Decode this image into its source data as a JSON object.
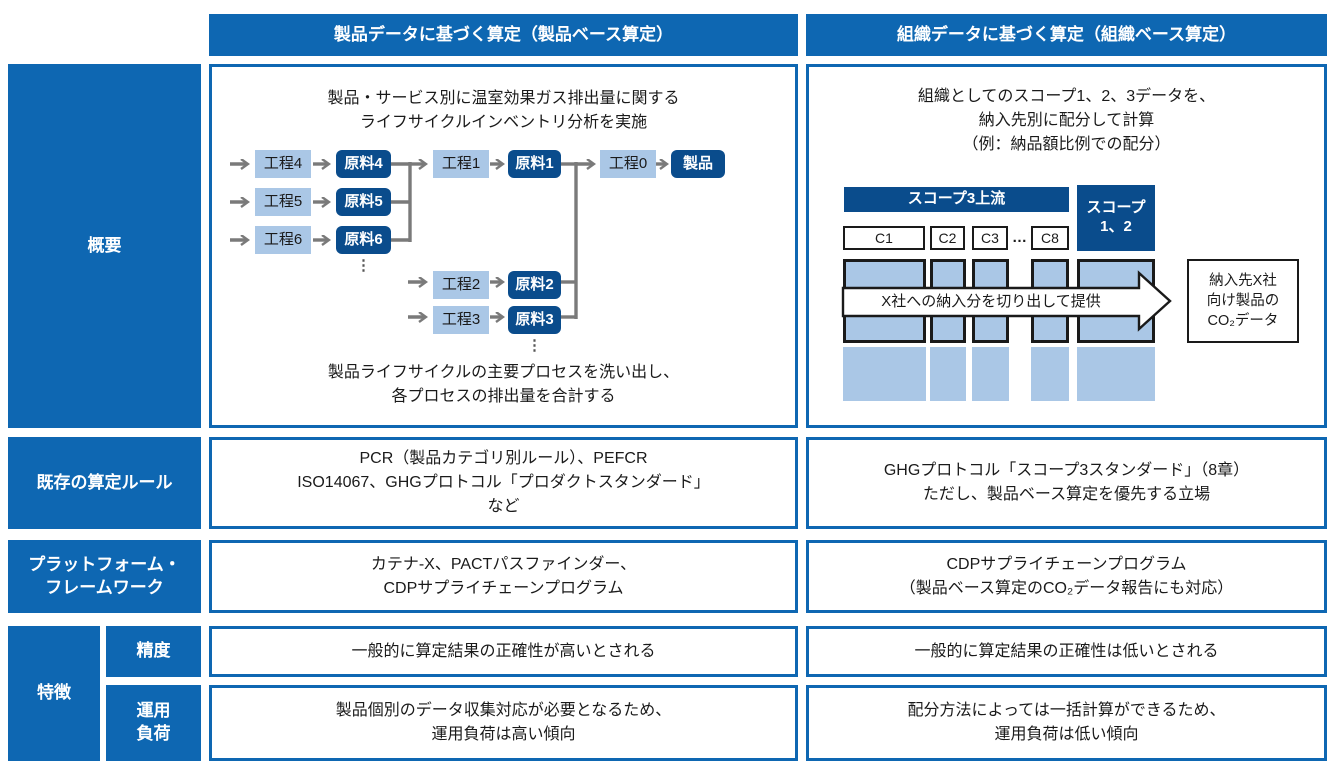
{
  "colors": {
    "table_blue": "#0e67b2",
    "navy": "#0a4c8c",
    "light_blue": "#aac7e6",
    "line_gray": "#7a7a7a"
  },
  "headers": {
    "left": "製品データに基づく算定（製品ベース算定）",
    "right": "組織データに基づく算定（組織ベース算定）"
  },
  "labels": {
    "overview": "概要",
    "rules": "既存の算定ルール",
    "platform_l1": "プラットフォーム・",
    "platform_l2": "フレームワーク",
    "feature": "特徴",
    "accuracy": "精度",
    "load_l1": "運用",
    "load_l2": "負荷"
  },
  "overview_left": {
    "top_l1": "製品・サービス別に温室効果ガス排出量に関する",
    "top_l2": "ライフサイクルインベントリ分析を実施",
    "bottom_l1": "製品ライフサイクルの主要プロセスを洗い出し、",
    "bottom_l2": "各プロセスの排出量を合計する",
    "boxes": {
      "p4": "工程4",
      "m4": "原料4",
      "p5": "工程5",
      "m5": "原料5",
      "p6": "工程6",
      "m6": "原料6",
      "p1": "工程1",
      "m1": "原料1",
      "p2": "工程2",
      "m2": "原料2",
      "p3": "工程3",
      "m3": "原料3",
      "p0": "工程0",
      "product": "製品"
    },
    "dots": "⋮"
  },
  "overview_right": {
    "top_l1": "組織としてのスコープ1、2、3データを、",
    "top_l2": "納入先別に配分して計算",
    "top_l3": "（例：納品額比例での配分）",
    "scope3": "スコープ3上流",
    "scope12_l1": "スコープ",
    "scope12_l2": "1、2",
    "c1": "C1",
    "c2": "C2",
    "c3": "C3",
    "cdots": "…",
    "c8": "C8",
    "arrow": "X社への納入分を切り出して提供",
    "result_l1": "納入先X社",
    "result_l2": "向け製品の",
    "result_l3": "CO₂データ"
  },
  "rules": {
    "left_l1": "PCR（製品カテゴリ別ルール）、PEFCR",
    "left_l2": "ISO14067、GHGプロトコル「プロダクトスタンダード」",
    "left_l3": "など",
    "right_l1": "GHGプロトコル「スコープ3スタンダード」（8章）",
    "right_l2": "ただし、製品ベース算定を優先する立場"
  },
  "platform": {
    "left_l1": "カテナ-X、PACTパスファインダー、",
    "left_l2": "CDPサプライチェーンプログラム",
    "right_l1": "CDPサプライチェーンプログラム",
    "right_l2": "（製品ベース算定のCO₂データ報告にも対応）"
  },
  "accuracy": {
    "left": "一般的に算定結果の正確性が高いとされる",
    "right": "一般的に算定結果の正確性は低いとされる"
  },
  "load": {
    "left_l1": "製品個別のデータ収集対応が必要となるため、",
    "left_l2": "運用負荷は高い傾向",
    "right_l1": "配分方法によっては一括計算ができるため、",
    "right_l2": "運用負荷は低い傾向"
  }
}
